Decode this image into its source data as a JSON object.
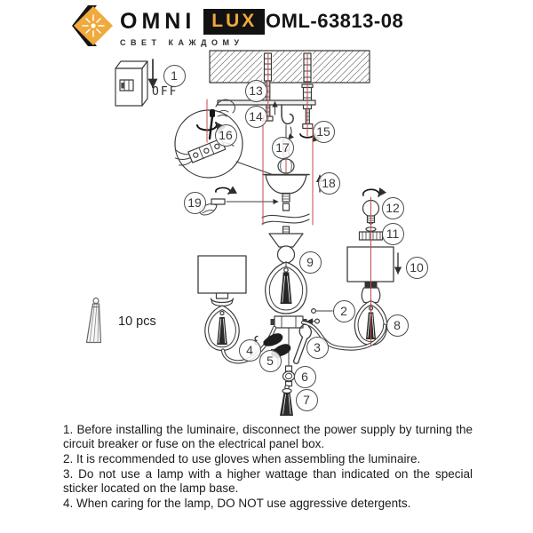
{
  "header": {
    "brand_primary": "OMNI",
    "brand_accent": "LUX",
    "tagline": "СВЕТ КАЖДОМУ",
    "model": "OML-63813-08",
    "brand_gold": "#EFA93C",
    "brand_black": "#121212"
  },
  "diagram": {
    "off_label": "OFF",
    "quantity_label": "10 pcs",
    "guide_line_color": "#C14B44",
    "line_color": "#3C3C3C",
    "callouts": [
      "1",
      "2",
      "3",
      "4",
      "5",
      "6",
      "7",
      "8",
      "9",
      "10",
      "11",
      "12",
      "13",
      "14",
      "15",
      "16",
      "17",
      "18",
      "19"
    ]
  },
  "instructions": {
    "items": [
      "1. Before installing the luminaire, disconnect the power supply by turning the circuit breaker or fuse on the electrical panel box.",
      "2. It is recommended to use gloves when assembling the luminaire.",
      "3. Do not use a lamp with a higher wattage than indicated on the special sticker located on the lamp base.",
      "4. When caring for the lamp, DO NOT use aggressive detergents."
    ]
  }
}
